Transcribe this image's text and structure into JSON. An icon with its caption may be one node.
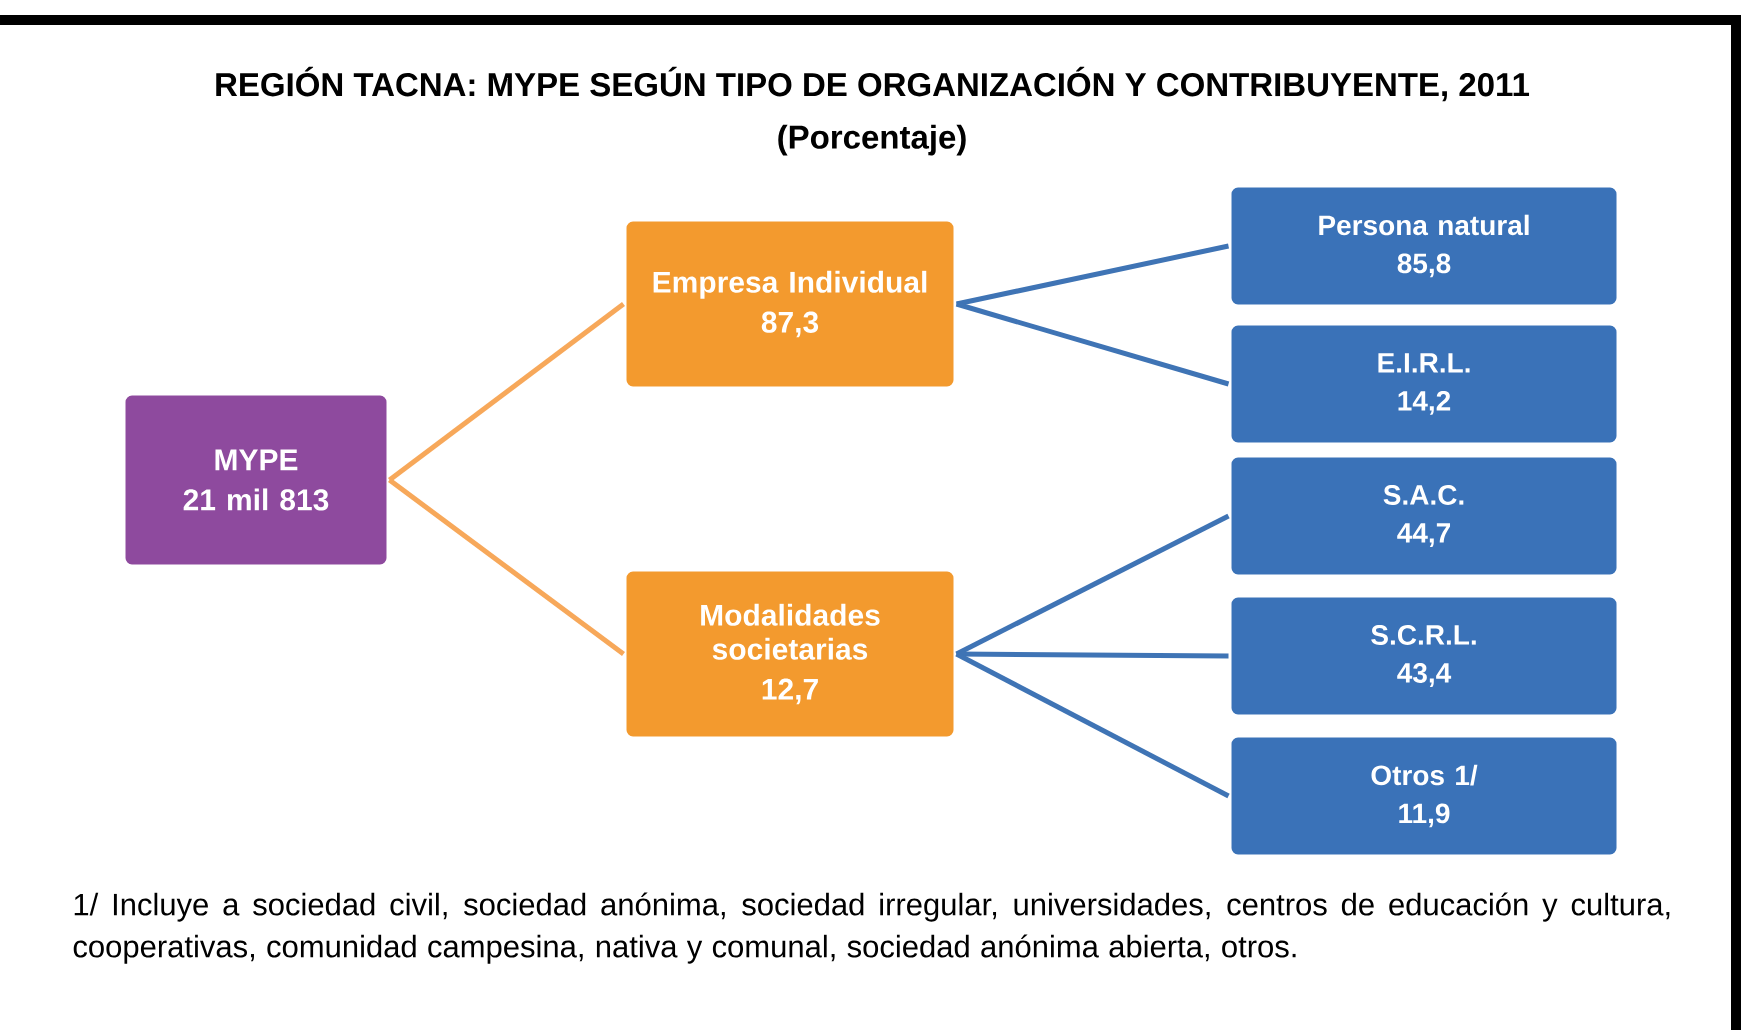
{
  "diagram": {
    "title": "REGIÓN TACNA: MYPE SEGÚN TIPO DE ORGANIZACIÓN Y CONTRIBUYENTE, 2011",
    "nodes": [
      {
        "text": [
          "MYPE",
          "21 mil 813"
        ]
      },
      {
        "text": [
          "Empresa Individual",
          "87,3"
        ]
      },
      {
        "text": [
          "Modalidades societarias",
          "12,7"
        ]
      },
      {
        "text": [
          "Persona natural",
          "85,8"
        ]
      },
      {
        "text": [
          "E.I.R.L.",
          "14,2"
        ]
      },
      {
        "text": [
          "S.A.C.",
          "44,7"
        ]
      },
      {
        "text": [
          "S.C.R.L.",
          "43,4"
        ]
      },
      {
        "text": [
          "Otros 1/",
          "11,9"
        ]
      }
    ],
    "edges": [
      {
        "from": 0,
        "to": 1,
        "arrow": "none",
        "color": "#f7a85a"
      },
      {
        "from": 0,
        "to": 2,
        "arrow": "none",
        "color": "#f7a85a"
      },
      {
        "from": 1,
        "to": 3,
        "arrow": "none"
      },
      {
        "from": 1,
        "to": 4,
        "arrow": "none"
      },
      {
        "from": 2,
        "to": 5,
        "arrow": "none"
      },
      {
        "from": 2,
        "to": 6,
        "arrow": "none"
      },
      {
        "from": 2,
        "to": 7,
        "arrow": "none"
      }
    ],
    "labels": [
      "(Porcentaje)",
      "1/ Incluye a sociedad civil, sociedad anónima, sociedad irregular, universidades, centros de educación y cultura, cooperativas, comunidad campesina, nativa y comunal, sociedad anónima abierta, otros."
    ]
  }
}
